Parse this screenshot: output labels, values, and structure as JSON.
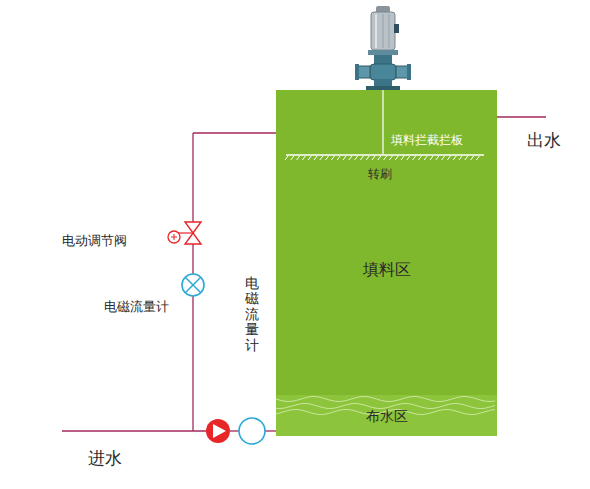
{
  "diagram": {
    "nodes": [
      {
        "text": [
          "填料区"
        ]
      },
      {
        "text": [
          "布水区"
        ],
        "in": 0
      }
    ],
    "labels": [
      "填料拦截拦板",
      "转刷",
      "电动调节阀",
      "电磁流量计",
      "电磁流量计",
      "出水",
      "进水"
    ]
  }
}
